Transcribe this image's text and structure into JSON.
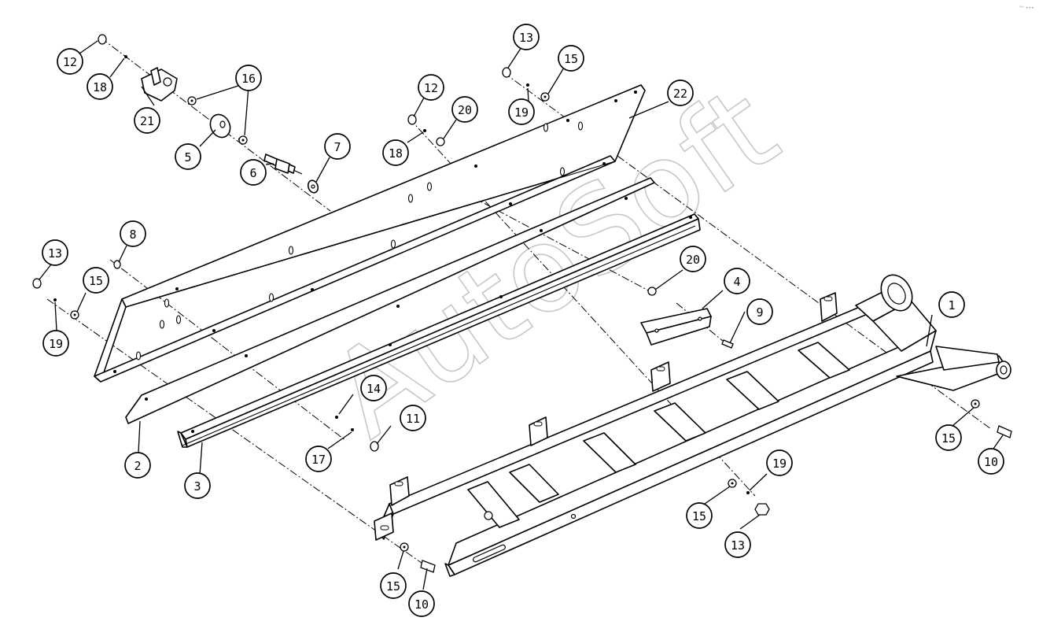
{
  "watermark": "AutoSoft",
  "corner_mark": "°° •••",
  "callouts": [
    {
      "label": "12"
    },
    {
      "label": "18"
    },
    {
      "label": "21"
    },
    {
      "label": "16"
    },
    {
      "label": "5"
    },
    {
      "label": "6"
    },
    {
      "label": "7"
    },
    {
      "label": "13"
    },
    {
      "label": "15"
    },
    {
      "label": "19"
    },
    {
      "label": "12"
    },
    {
      "label": "20"
    },
    {
      "label": "18"
    },
    {
      "label": "22"
    },
    {
      "label": "8"
    },
    {
      "label": "13"
    },
    {
      "label": "15"
    },
    {
      "label": "19"
    },
    {
      "label": "20"
    },
    {
      "label": "4"
    },
    {
      "label": "9"
    },
    {
      "label": "1"
    },
    {
      "label": "14"
    },
    {
      "label": "17"
    },
    {
      "label": "11"
    },
    {
      "label": "2"
    },
    {
      "label": "3"
    },
    {
      "label": "15"
    },
    {
      "label": "10"
    },
    {
      "label": "19"
    },
    {
      "label": "15"
    },
    {
      "label": "13"
    },
    {
      "label": "15"
    },
    {
      "label": "10"
    }
  ]
}
